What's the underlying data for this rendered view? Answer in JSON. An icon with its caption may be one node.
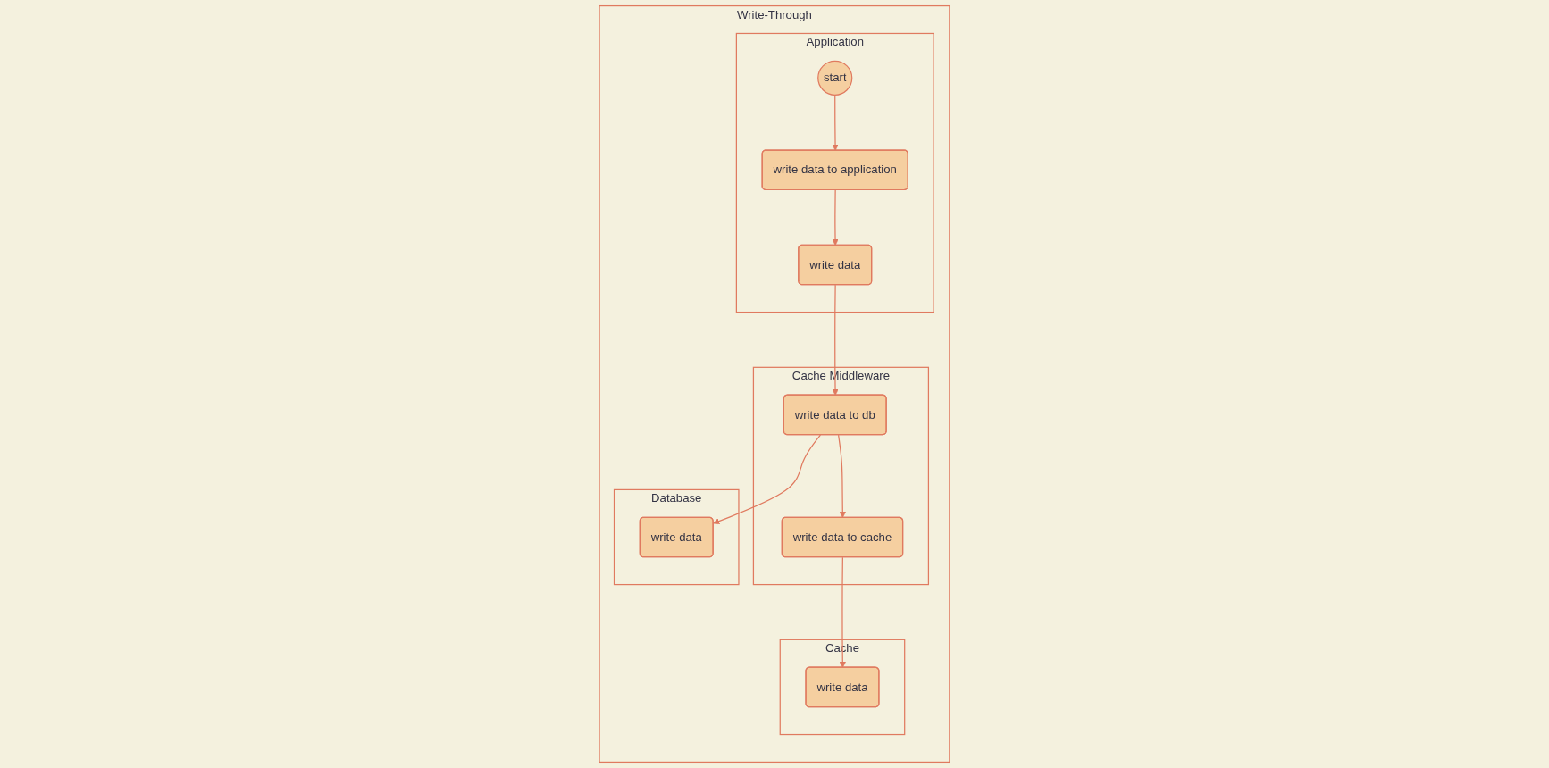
{
  "diagram": {
    "nodes": [
      {
        "text": [
          "Write-Through"
        ]
      },
      {
        "text": [
          "Application"
        ],
        "in": 0
      },
      {
        "text": [
          "Cache Middleware"
        ],
        "in": 0
      },
      {
        "text": [
          "Cache"
        ],
        "in": 0
      },
      {
        "text": [
          "Database"
        ],
        "in": 0
      },
      {
        "text": [
          "start"
        ],
        "in": 1
      },
      {
        "text": [
          "write data to application"
        ],
        "in": 1
      },
      {
        "text": [
          "write data"
        ],
        "in": 1
      },
      {
        "text": [
          "write data to db"
        ],
        "in": 2
      },
      {
        "text": [
          "write data to cache"
        ],
        "in": 2
      },
      {
        "text": [
          "write data"
        ],
        "in": 3
      },
      {
        "text": [
          "write data"
        ],
        "in": 4
      }
    ],
    "edges": [
      {
        "from": 5,
        "to": 6,
        "arrow": "to"
      },
      {
        "from": 6,
        "to": 7,
        "arrow": "to"
      },
      {
        "from": 7,
        "to": 8,
        "arrow": "to"
      },
      {
        "from": 8,
        "to": 11,
        "arrow": "to"
      },
      {
        "from": 8,
        "to": 9,
        "arrow": "to"
      },
      {
        "from": 9,
        "to": 10,
        "arrow": "to"
      }
    ]
  }
}
